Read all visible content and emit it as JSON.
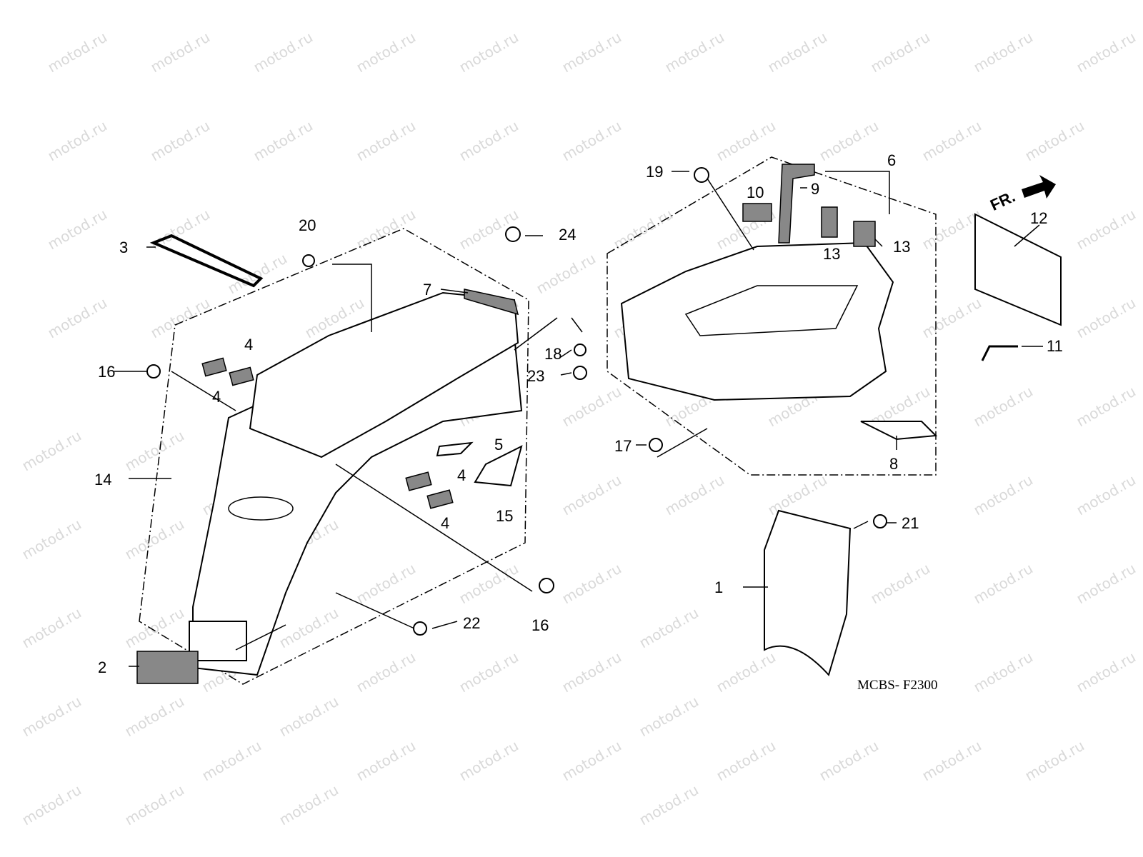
{
  "watermark": "motod.ru",
  "direction_label": "FR.",
  "diagram_code": "MCBS- F2300",
  "callouts": [
    "1",
    "2",
    "3",
    "4",
    "4",
    "4",
    "4",
    "5",
    "6",
    "7",
    "8",
    "9",
    "10",
    "11",
    "12",
    "13",
    "13",
    "14",
    "15",
    "16",
    "16",
    "17",
    "18",
    "19",
    "20",
    "21",
    "22",
    "23",
    "24"
  ]
}
